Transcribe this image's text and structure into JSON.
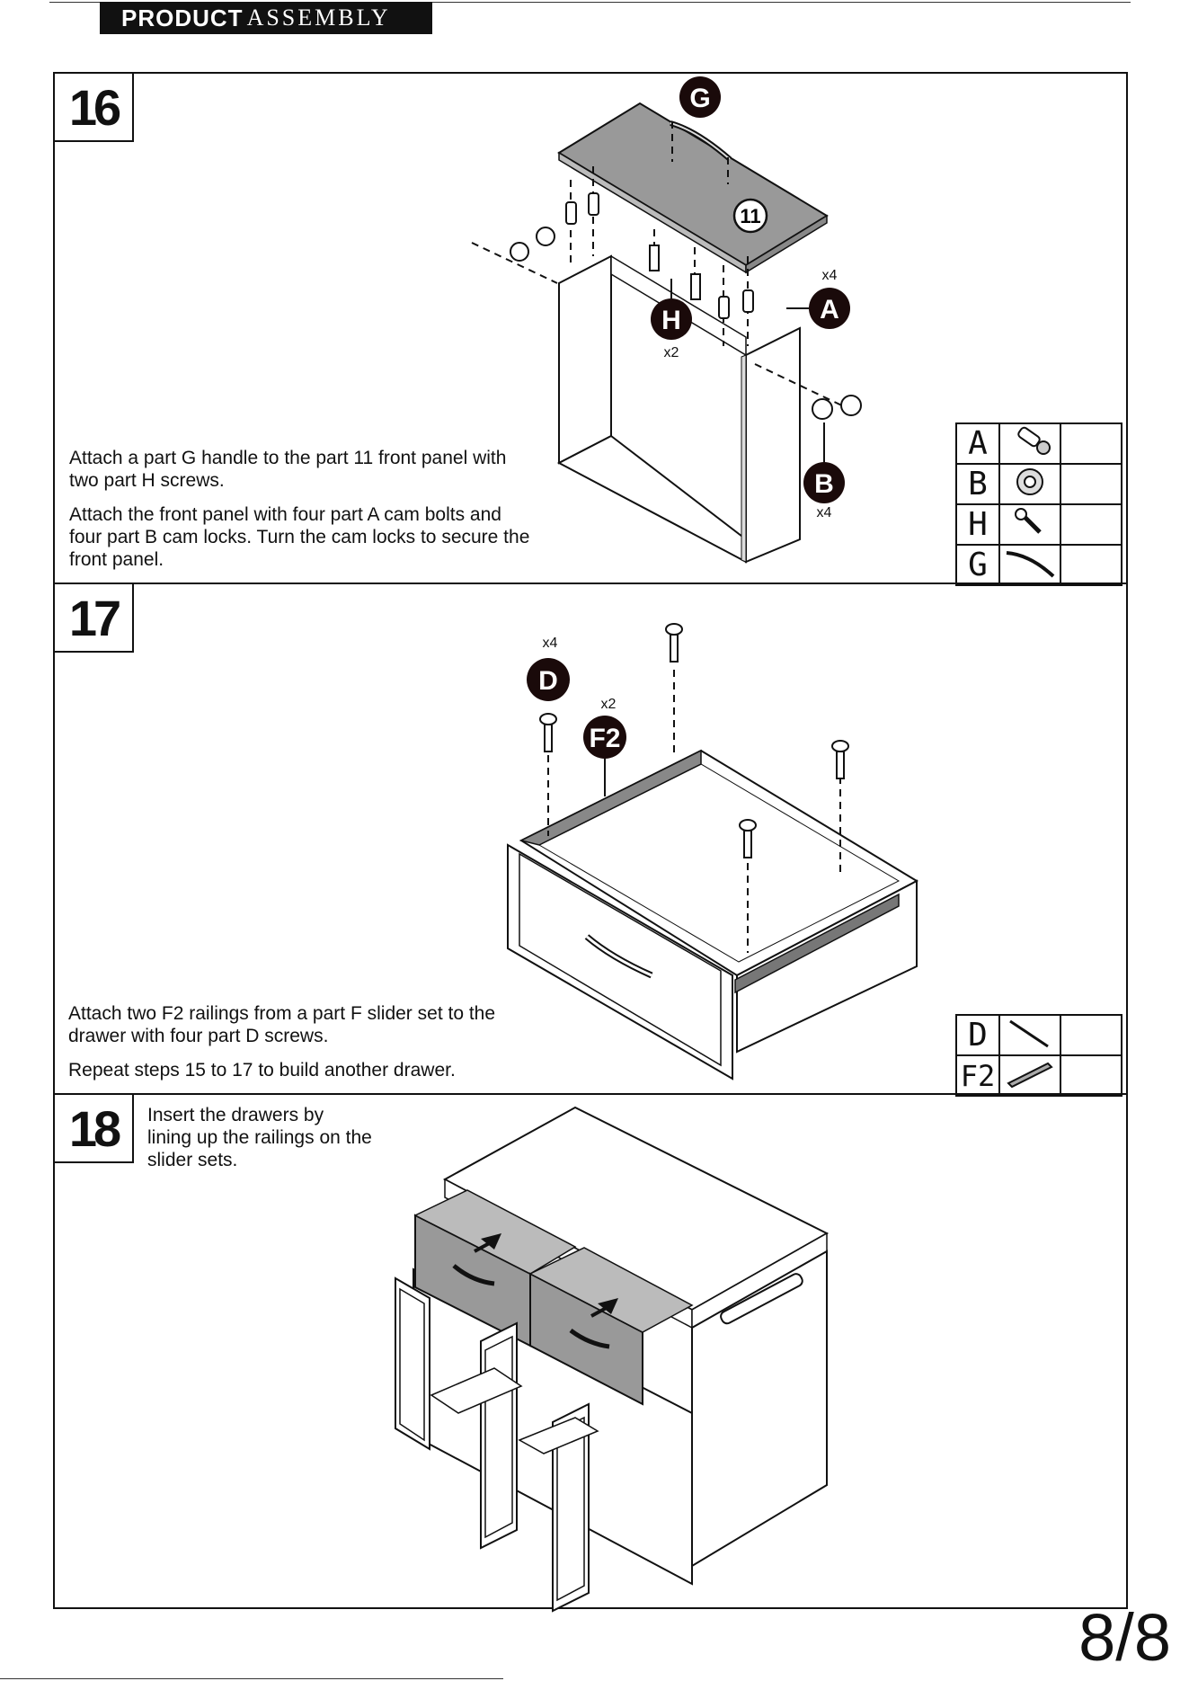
{
  "header": {
    "title_bold": "PRODUCT",
    "title_rest": "ASSEMBLY"
  },
  "steps": [
    {
      "number": "16",
      "text": [
        "Attach a part G handle to the part 11 front panel with two part H screws.",
        "Attach the front panel with four part A cam bolts and four part B cam locks. Turn the cam locks to secure the front panel."
      ],
      "callouts": {
        "G": "G",
        "H": "H",
        "A": "A",
        "B": "B",
        "panel": "11",
        "h_qty": "x2",
        "a_qty": "x4",
        "b_qty": "x4"
      },
      "parts": [
        {
          "label": "A",
          "icon": "cam-bolt-icon"
        },
        {
          "label": "B",
          "icon": "cam-lock-icon"
        },
        {
          "label": "H",
          "icon": "screw-icon"
        },
        {
          "label": "G",
          "icon": "handle-icon"
        }
      ]
    },
    {
      "number": "17",
      "text": [
        "Attach two F2 railings from a part F slider set to the drawer with four part D screws.",
        "Repeat steps 15 to 17 to build another drawer."
      ],
      "callouts": {
        "D": "D",
        "F2": "F2",
        "d_qty": "x4",
        "f2_qty": "x2"
      },
      "parts": [
        {
          "label": "D",
          "icon": "long-screw-icon"
        },
        {
          "label": "F2",
          "icon": "rail-icon"
        }
      ]
    },
    {
      "number": "18",
      "text": [
        "Insert the drawers by lining up the railings on the slider sets."
      ]
    }
  ],
  "page_number": "8/8"
}
